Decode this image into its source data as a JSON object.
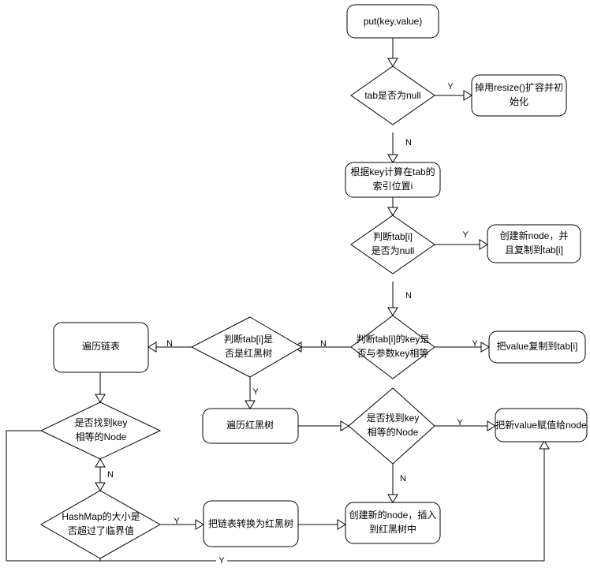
{
  "diagram": {
    "title": "HashMap put(key,value) flowchart",
    "style": {
      "stroke": "#000000",
      "fill": "#ffffff",
      "text": "#000000",
      "font_size_node": 12,
      "font_size_edge": 11
    },
    "nodes": {
      "start": {
        "label": "put(key,value)",
        "shape": "rounded-rect"
      },
      "tab_null": {
        "label_line1": "tab是否为null",
        "label_line2": "",
        "shape": "diamond"
      },
      "resize": {
        "label_line1": "掉用resize()扩容并初",
        "label_line2": "始化",
        "shape": "rounded-rect"
      },
      "calc_index": {
        "label_line1": "根据key计算在tab的",
        "label_line2": "索引位置i",
        "shape": "rounded-rect"
      },
      "tabi_null": {
        "label_line1": "判断tab[i]",
        "label_line2": "是否为null",
        "shape": "diamond"
      },
      "new_node_copy": {
        "label_line1": "创建新node，并",
        "label_line2": "且复制到tab[i]",
        "shape": "rounded-rect"
      },
      "key_equal": {
        "label_line1": "判断tab[i]的key是",
        "label_line2": "否与参数key相等",
        "shape": "diamond"
      },
      "copy_value": {
        "label_line1": "把value复制到tab[i]",
        "label_line2": "",
        "shape": "rounded-rect"
      },
      "is_rbtree": {
        "label_line1": "判断tab[i]是",
        "label_line2": "否是红黑树",
        "shape": "diamond"
      },
      "traverse_list": {
        "label_line1": "遍历链表",
        "label_line2": "",
        "shape": "rounded-rect"
      },
      "found_node_left": {
        "label_line1": "是否找到key",
        "label_line2": "相等的Node",
        "shape": "diamond"
      },
      "traverse_rbtree": {
        "label_line1": "遍历红黑树",
        "label_line2": "",
        "shape": "rounded-rect"
      },
      "found_node_right": {
        "label_line1": "是否找到key",
        "label_line2": "相等的Node",
        "shape": "diamond"
      },
      "assign_value": {
        "label_line1": "把新value赋值给node",
        "label_line2": "",
        "shape": "rounded-rect"
      },
      "threshold": {
        "label_line1": "HashMap的大小是",
        "label_line2": "否超过了临界值",
        "shape": "diamond"
      },
      "list_to_rbtree": {
        "label_line1": "把链表转换为红黑树",
        "label_line2": "",
        "shape": "rounded-rect"
      },
      "new_node_rbtree": {
        "label_line1": "创建新的node，插入",
        "label_line2": "到红黑树中",
        "shape": "rounded-rect"
      }
    },
    "edge_labels": {
      "tab_null_yes": "Y",
      "tab_null_no": "N",
      "tabi_null_yes": "Y",
      "tabi_null_no": "N",
      "key_equal_yes": "Y",
      "key_equal_no": "N",
      "is_rbtree_no": "N",
      "is_rbtree_yes": "Y",
      "found_left_no": "N",
      "found_right_yes": "Y",
      "found_right_no": "N",
      "threshold_yes": "Y",
      "threshold_bottom_yes": "Y"
    }
  }
}
